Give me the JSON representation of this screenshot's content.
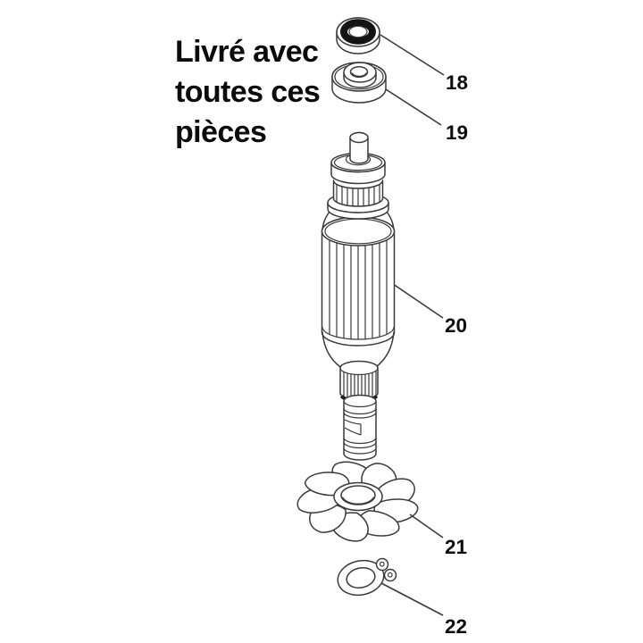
{
  "figure": {
    "background_color": "#ffffff",
    "line_color": "#3a3a3a",
    "text_color": "#0c0c0c",
    "seal_color": "#141414"
  },
  "note": {
    "lines": [
      "Livré avec",
      "toutes ces",
      "pièces"
    ]
  },
  "parts": [
    {
      "label": "18",
      "name": "ball-bearing"
    },
    {
      "label": "19",
      "name": "bearing-washer"
    },
    {
      "label": "20",
      "name": "armature"
    },
    {
      "label": "21",
      "name": "fan-impeller"
    },
    {
      "label": "22",
      "name": "retaining-ring"
    }
  ]
}
